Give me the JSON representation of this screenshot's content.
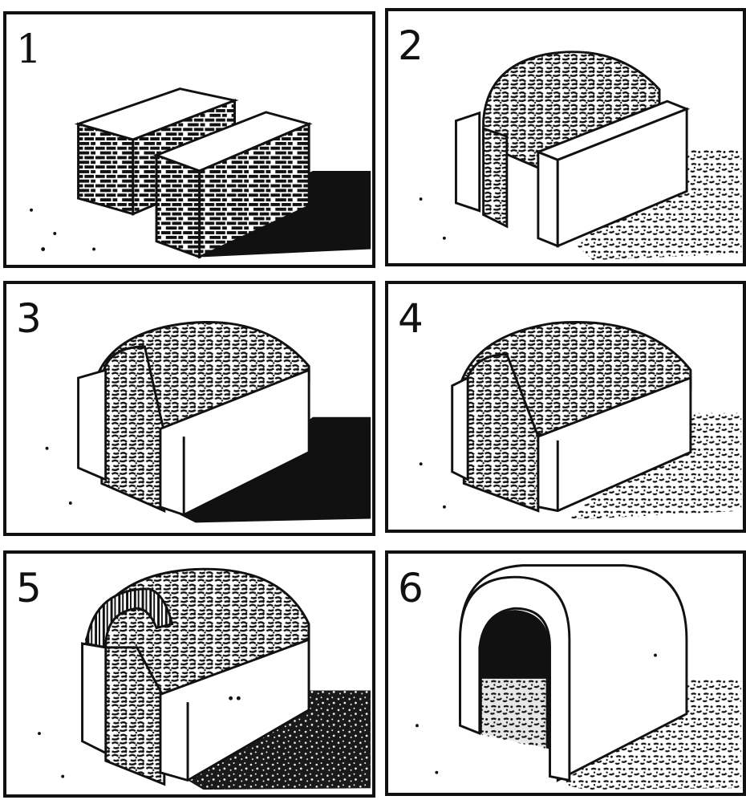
{
  "panels": [
    {
      "number": "1"
    },
    {
      "number": "2"
    },
    {
      "number": "3"
    },
    {
      "number": "4"
    },
    {
      "number": "5"
    },
    {
      "number": "6"
    }
  ]
}
